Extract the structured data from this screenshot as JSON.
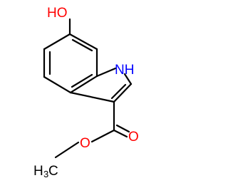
{
  "molecule": {
    "atom_labels": {
      "hydroxyl": "HO",
      "nh": "NH",
      "carbonyl_o": "O",
      "ester_o": "O",
      "methyl_h": "H",
      "methyl_sub": "3",
      "methyl_c": "C"
    },
    "colors": {
      "bond": "#000000",
      "oxygen": "#ff0000",
      "nitrogen": "#0000ff",
      "carbon_hydrogen": "#000000"
    }
  }
}
